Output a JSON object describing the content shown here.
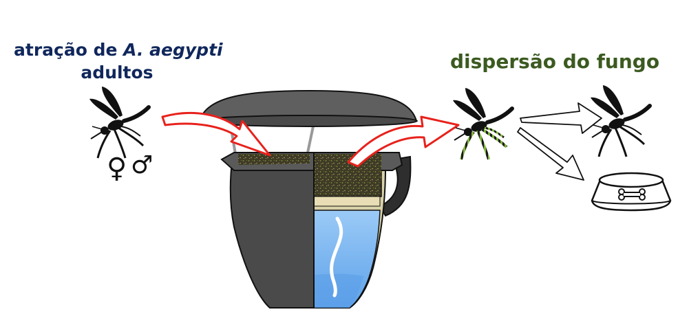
{
  "labels": {
    "attraction_prefix": "atração de ",
    "attraction_species": "A. aegypti",
    "attraction_line2": "adultos",
    "dispersal": "dispersão do fungo"
  },
  "symbols": {
    "female": "♀",
    "male": "♂"
  },
  "icons": [
    "mosquito-icon",
    "fungus-covered-mosquito-icon",
    "pet-bowl-icon",
    "bone-icon",
    "trap-icon"
  ],
  "colors": {
    "attraction_text": "#10275c",
    "dispersal_text": "#3b5a20",
    "arrow_red": "#e8211c",
    "trap_body": "#4a4a4a",
    "water": "#8ec3f4",
    "fungus": "#3e3a26",
    "fungus_spots": "#8a9a3a"
  }
}
